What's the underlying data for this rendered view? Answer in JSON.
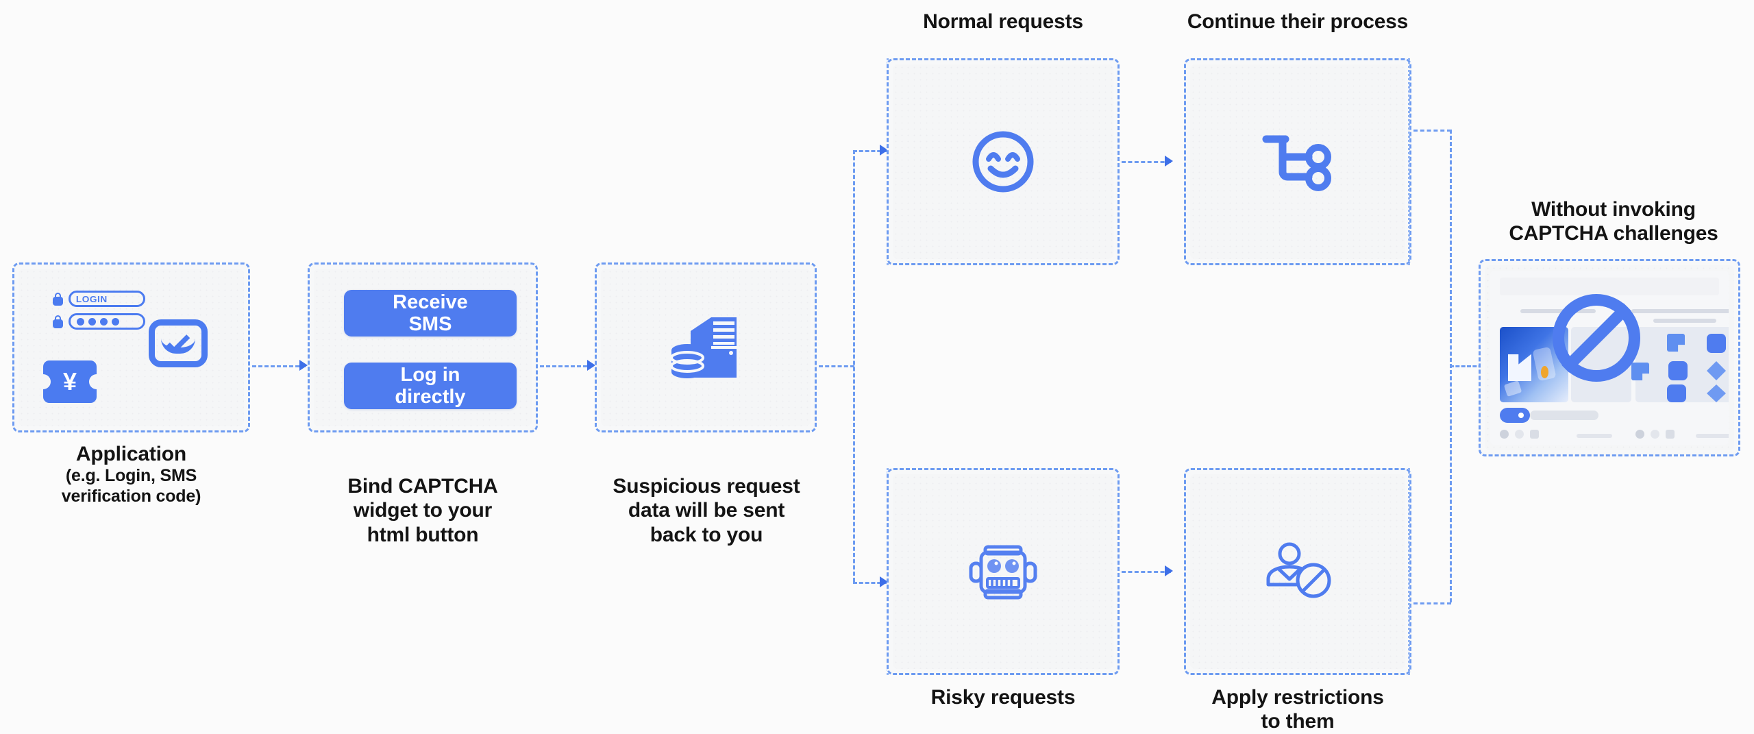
{
  "theme": {
    "background": "#fbfbfb",
    "accent_blue": "#4f7cef",
    "connector_blue": "#6d9bf1",
    "card_fill": "#f5f6f7",
    "caption_color": "#141414"
  },
  "flow": {
    "steps": [
      {
        "id": "application",
        "caption_line1": "Application",
        "caption_line2": "(e.g. Login, SMS",
        "caption_line3": "verification code)",
        "icons": [
          "lock-icon",
          "login-field-icon",
          "password-field-icon",
          "envelope-icon",
          "coupon-yen-icon"
        ],
        "login_field_text": "LOGIN",
        "password_dots": 4
      },
      {
        "id": "bind-captcha",
        "caption_line1": "Bind CAPTCHA",
        "caption_line2": "widget to your",
        "caption_line3": "html button",
        "buttons": [
          {
            "label_line1": "Receive",
            "label_line2": "SMS"
          },
          {
            "label_line1": "Log in",
            "label_line2": "directly"
          }
        ]
      },
      {
        "id": "suspicious-data",
        "caption_line1": "Suspicious request",
        "caption_line2": "data will be sent",
        "caption_line3": "back to you",
        "icons": [
          "server-icon",
          "database-icon"
        ]
      }
    ],
    "branches": [
      {
        "id": "normal-requests",
        "label": "Normal requests",
        "label_position": "above",
        "icon": "smiley-face-icon"
      },
      {
        "id": "continue-process",
        "label": "Continue their process",
        "label_position": "above",
        "icon": "shopping-cart-icon"
      },
      {
        "id": "risky-requests",
        "label": "Risky requests",
        "label_position": "below",
        "icon": "robot-head-icon"
      },
      {
        "id": "apply-restrictions",
        "label_line1": "Apply restrictions",
        "label_line2": "to them",
        "label_position": "below",
        "icon": "user-restricted-icon"
      }
    ],
    "outcome": {
      "id": "no-captcha",
      "caption_line1": "Without invoking",
      "caption_line2": "CAPTCHA challenges",
      "icon": "prohibition-sign-icon"
    }
  }
}
